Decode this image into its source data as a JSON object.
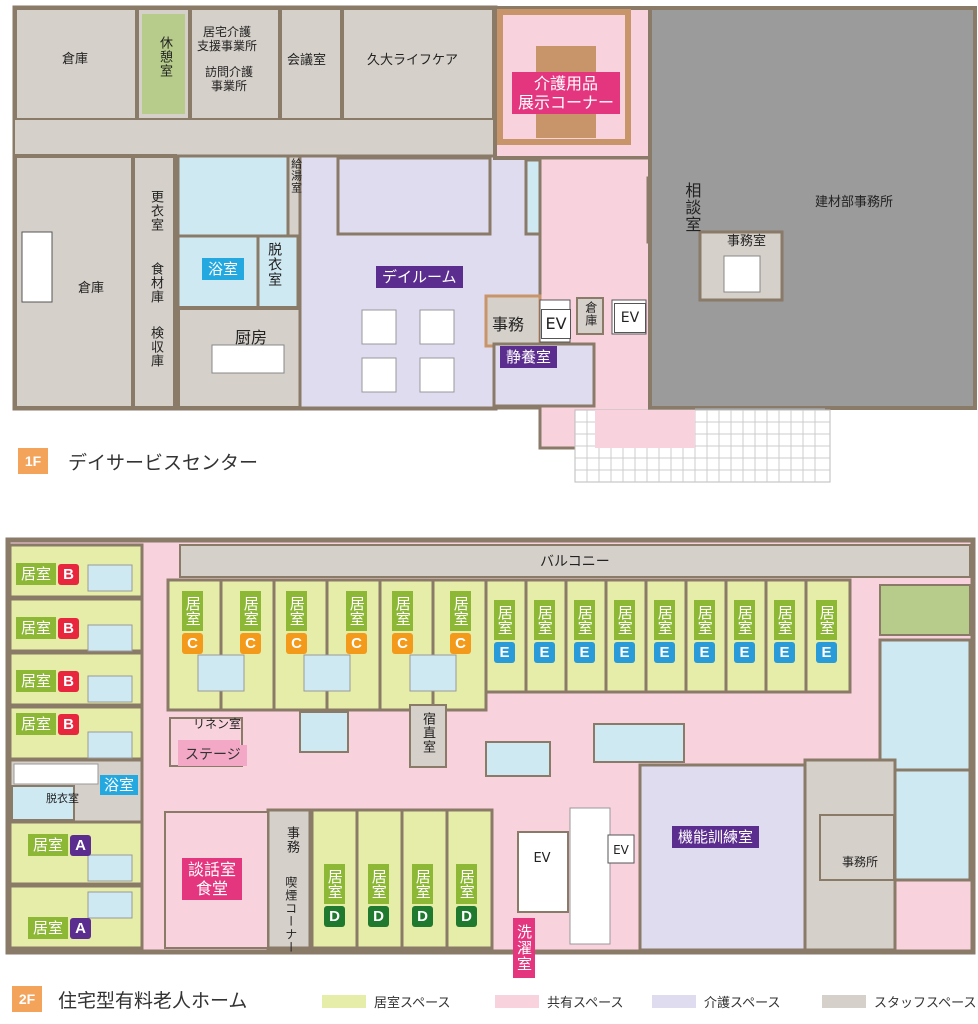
{
  "floor1": {
    "badge": "1F",
    "title": "デイサービスセンター",
    "labels": {
      "storage_top": "倉庫",
      "rest_room": "休憩室",
      "care_office_a": "居宅介護\n支援事業所",
      "care_office_b": "訪問介護\n事業所",
      "meeting_room": "会議室",
      "lifecare": "久大ライフケア",
      "building_office": "建材部事務所",
      "storage_left": "倉庫",
      "changing_room": "更衣室",
      "food_storage": "食材庫",
      "inspection_storage": "検収庫",
      "dressing_room": "脱衣室",
      "water_room": "給湯室",
      "office_room": "事務室",
      "small_storage": "倉庫"
    },
    "tags": {
      "display_corner": "介護用品\n展示コーナー",
      "consult": "相談室",
      "bath": "浴室",
      "kitchen": "厨房",
      "dayroom": "デイルーム",
      "office": "事務",
      "ev1": "EV",
      "ev2": "EV",
      "rest": "静養室"
    }
  },
  "floor2": {
    "badge": "2F",
    "title": "住宅型有料老人ホーム",
    "room_label": "居室",
    "labels": {
      "balcony": "バルコニー",
      "linen": "リネン室",
      "night_duty": "宿直室",
      "dressing": "脱衣室",
      "office_small": "事務",
      "smoking": "喫煙コーナー",
      "office": "事務所",
      "ev1": "EV",
      "ev2": "EV"
    },
    "tags": {
      "stage": "ステージ",
      "bath": "浴室",
      "dining": "談話室\n食堂",
      "training": "機能訓練室",
      "laundry": "洗濯室"
    },
    "rooms_left": [
      "B",
      "B",
      "B",
      "B",
      "A",
      "A"
    ],
    "rooms_c": [
      "C",
      "C",
      "C",
      "C",
      "C",
      "C"
    ],
    "rooms_e": [
      "E",
      "E",
      "E",
      "E",
      "E",
      "E",
      "E",
      "E",
      "E"
    ],
    "rooms_d": [
      "D",
      "D",
      "D",
      "D"
    ]
  },
  "legend": [
    {
      "label": "居室スペース",
      "color": "#e6eda8"
    },
    {
      "label": "共有スペース",
      "color": "#f8d3de"
    },
    {
      "label": "介護スペース",
      "color": "#e0dcef"
    },
    {
      "label": "スタッフスペース",
      "color": "#d5d0ca"
    }
  ],
  "colors": {
    "room": "#e6eda8",
    "shared": "#f8d3de",
    "care": "#e0dcef",
    "staff": "#d5d0ca",
    "wall": "#8a7a68",
    "bath": "#cfe9f2",
    "tatami": "#b7cc8a",
    "office_gray": "#9b9b9b",
    "display": "#c8946a"
  }
}
